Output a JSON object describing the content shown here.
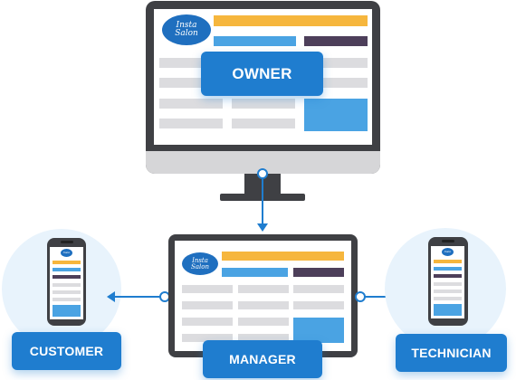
{
  "roles": {
    "owner": "OWNER",
    "manager": "MANAGER",
    "customer": "CUSTOMER",
    "technician": "TECHNICIAN"
  },
  "logo": {
    "text_line1": "Insta",
    "text_line2": "Salon"
  },
  "colors": {
    "accent_blue": "#1f7dcf",
    "header_orange": "#f6b63d",
    "bar_blue": "#4aa3e3",
    "bar_purple": "#4d3f5a",
    "device_dark": "#3f4044",
    "placeholder_gray": "#dcdcdf"
  }
}
